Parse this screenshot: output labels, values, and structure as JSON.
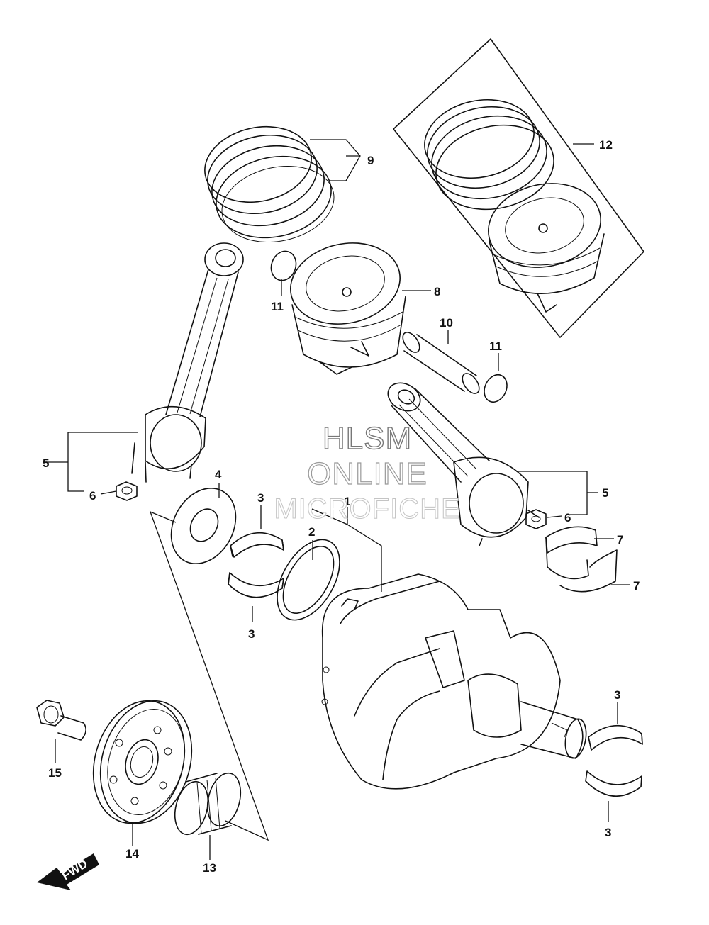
{
  "watermark": {
    "line1": "HLSM",
    "line2": "ONLINE",
    "line3": "MICROFICHE"
  },
  "direction_indicator": "FWD",
  "callouts": [
    {
      "id": "c1",
      "text": "1"
    },
    {
      "id": "c2",
      "text": "2"
    },
    {
      "id": "c3a",
      "text": "3"
    },
    {
      "id": "c3b",
      "text": "3"
    },
    {
      "id": "c3c",
      "text": "3"
    },
    {
      "id": "c3d",
      "text": "3"
    },
    {
      "id": "c4",
      "text": "4"
    },
    {
      "id": "c5a",
      "text": "5"
    },
    {
      "id": "c5b",
      "text": "5"
    },
    {
      "id": "c6a",
      "text": "6"
    },
    {
      "id": "c6b",
      "text": "6"
    },
    {
      "id": "c7a",
      "text": "7"
    },
    {
      "id": "c7b",
      "text": "7"
    },
    {
      "id": "c8",
      "text": "8"
    },
    {
      "id": "c9",
      "text": "9"
    },
    {
      "id": "c10",
      "text": "10"
    },
    {
      "id": "c11a",
      "text": "11"
    },
    {
      "id": "c11b",
      "text": "11"
    },
    {
      "id": "c12",
      "text": "12"
    },
    {
      "id": "c13",
      "text": "13"
    },
    {
      "id": "c14",
      "text": "14"
    },
    {
      "id": "c15",
      "text": "15"
    }
  ]
}
